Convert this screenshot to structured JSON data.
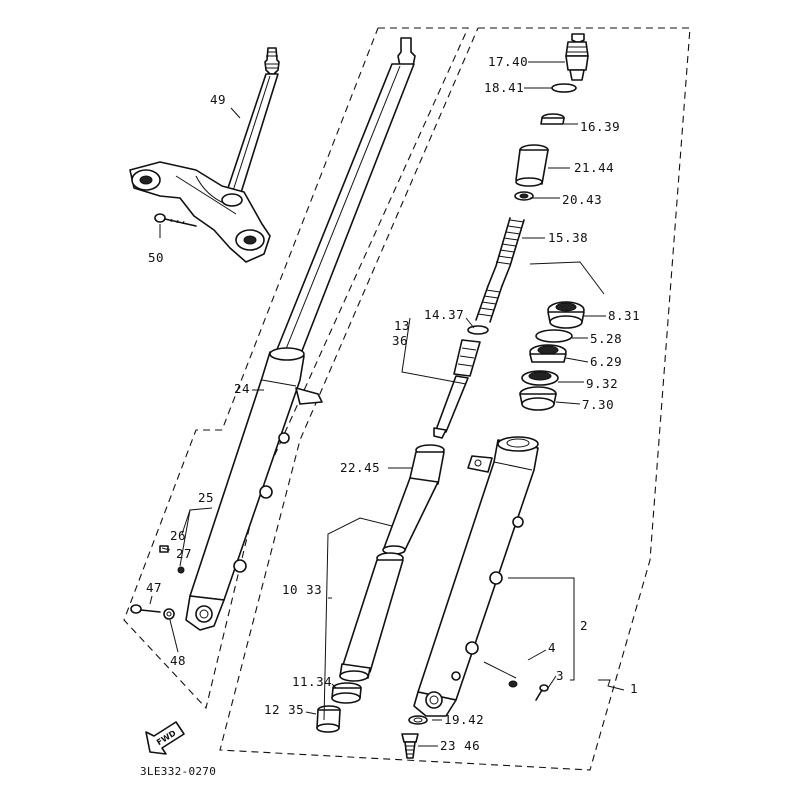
{
  "diagram": {
    "drawing_code": "3LE332-0270",
    "fwd_mark": "FWD",
    "labels": {
      "l49": "49",
      "l50": "50",
      "l24": "24",
      "l25": "25",
      "l26": "26",
      "l27": "27",
      "l47": "47",
      "l48": "48",
      "l1": "1",
      "l2": "2",
      "l3": "3",
      "l4": "4",
      "l13": "13",
      "l36": "36",
      "l1437": "14.37",
      "l1740": "17.40",
      "l1841": "18.41",
      "l1639": "16.39",
      "l2144": "21.44",
      "l2043": "20.43",
      "l1538": "15.38",
      "l831": "8.31",
      "l528": "5.28",
      "l629": "6.29",
      "l932": "9.32",
      "l730": "7.30",
      "l2245": "22.45",
      "l1033": "10 33",
      "l1134": "11.34",
      "l1235": "12 35",
      "l1942": "19.42",
      "l2346": "23 46"
    }
  }
}
